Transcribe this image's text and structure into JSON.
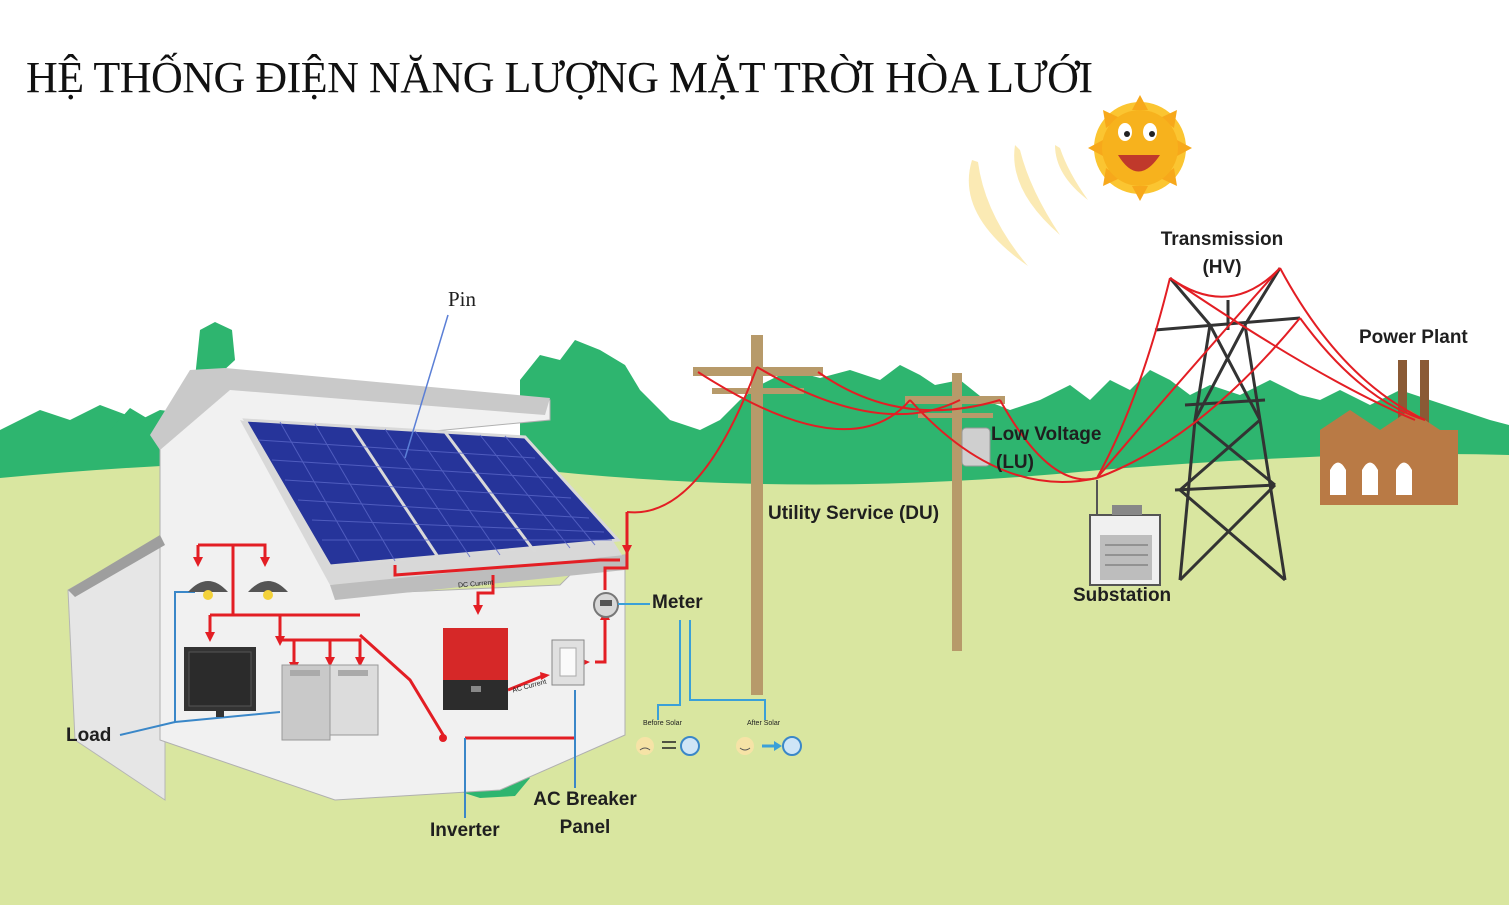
{
  "title": "HỆ THỐNG ĐIỆN NĂNG LƯỢNG MẶT TRỜI HÒA LƯỚI",
  "labels": {
    "pin": "Pin",
    "meter": "Meter",
    "load": "Load",
    "inverter": "Inverter",
    "ac_breaker_line1": "AC Breaker",
    "ac_breaker_line2": "Panel",
    "utility_service": "Utility Service (DU)",
    "low_voltage_line1": "Low Voltage",
    "low_voltage_line2": "(LU)",
    "substation": "Substation",
    "transmission_line1": "Transmission",
    "transmission_line2": "(HV)",
    "power_plant": "Power Plant",
    "dc_current": "DC Current",
    "ac_current": "AC Current",
    "before_solar": "Before Solar",
    "after_solar": "After Solar"
  },
  "colors": {
    "grass": "#d9e6a0",
    "trees": "#2eb56f",
    "wire": "#e31e24",
    "solar_panel": "#26349a",
    "house_wall": "#f1f1f1",
    "inverter": "#d62828",
    "pole": "#b79a6a",
    "sun": "#f7b21d",
    "factory": "#b97a45"
  },
  "icons": [
    "sun-icon",
    "solar-panel-icon",
    "house-icon",
    "inverter-icon",
    "breaker-panel-icon",
    "meter-icon",
    "lamp-icon",
    "tv-icon",
    "washer-icon",
    "utility-pole-icon",
    "transformer-icon",
    "substation-icon",
    "transmission-tower-icon",
    "factory-icon",
    "sad-face-icon",
    "happy-face-icon"
  ]
}
